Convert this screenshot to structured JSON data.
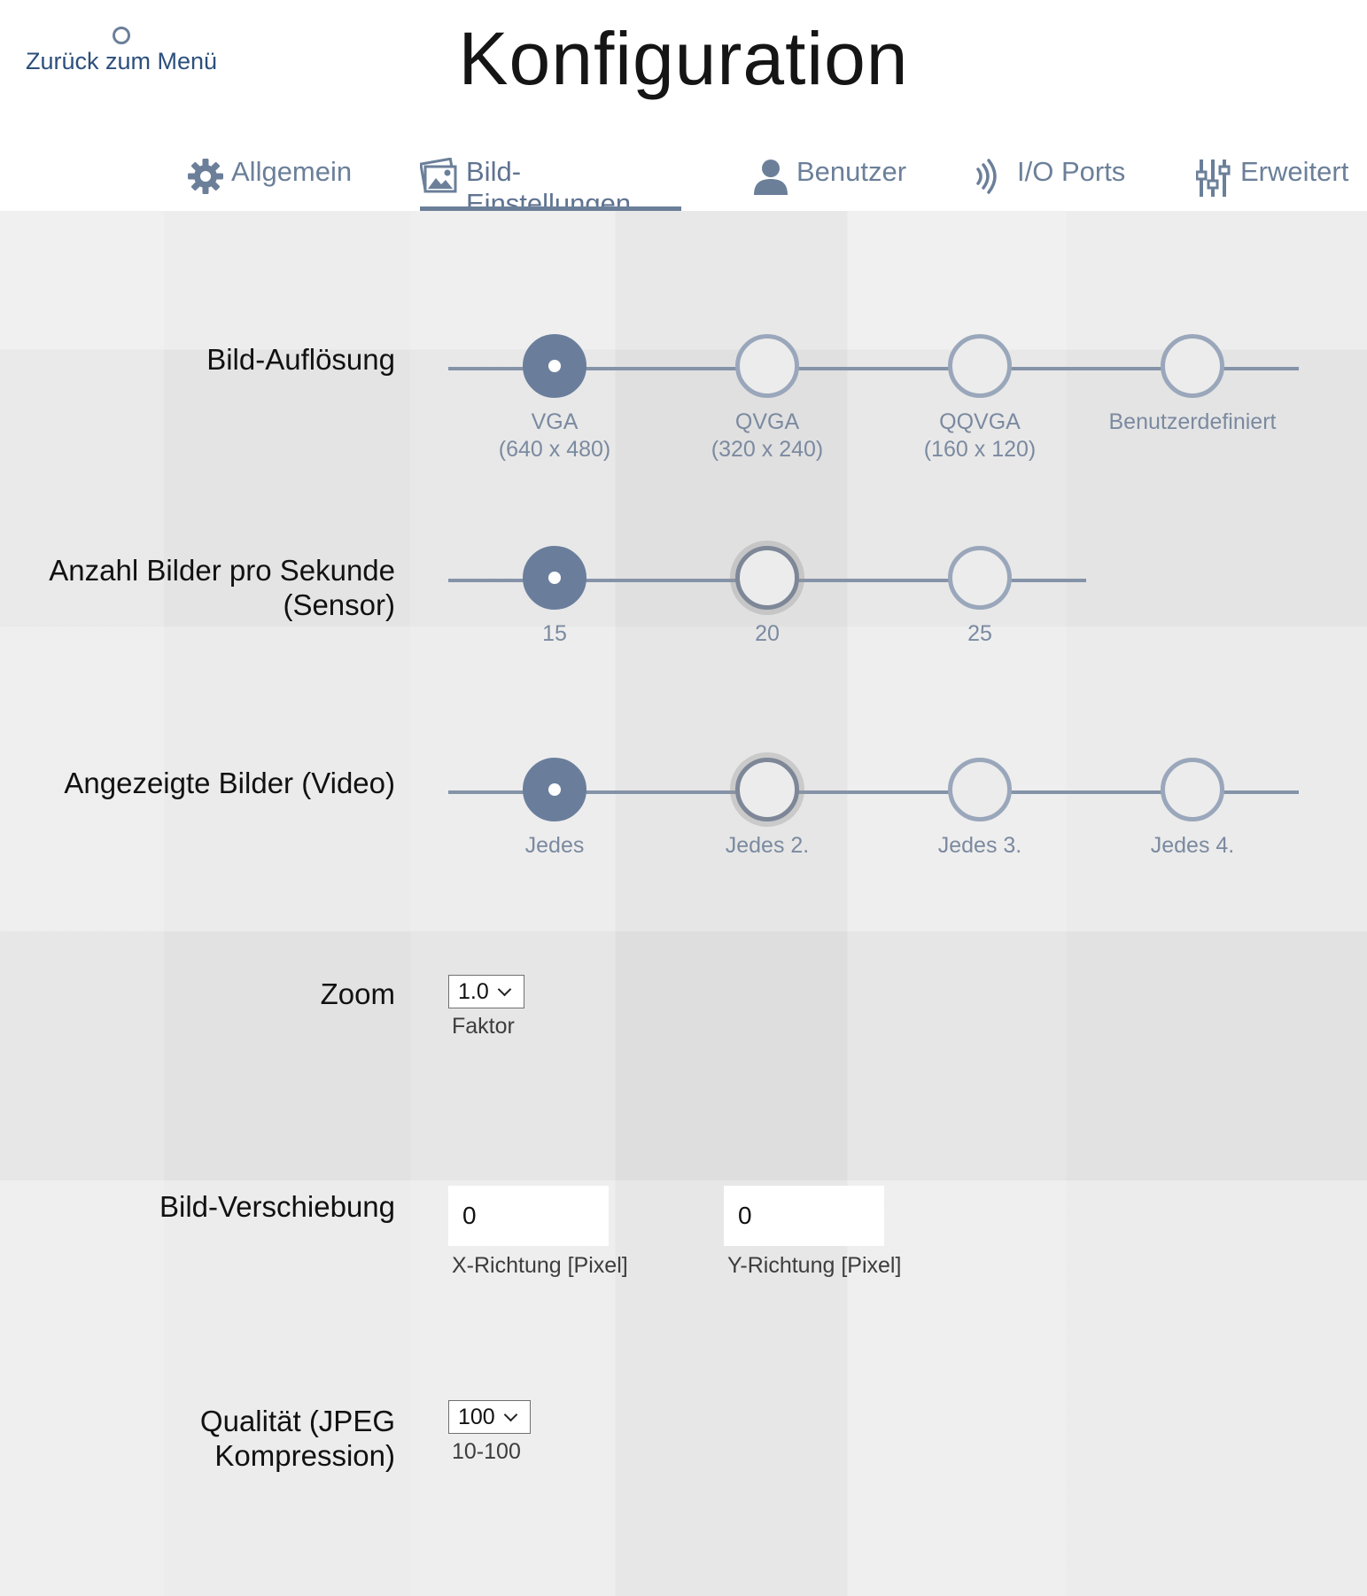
{
  "header": {
    "back_label": "Zurück zum Menü",
    "title": "Konfiguration"
  },
  "tabs": [
    {
      "label": "Allgemein",
      "icon": "gear-icon",
      "active": false
    },
    {
      "label": "Bild-Einstellungen",
      "icon": "image-icon",
      "active": true
    },
    {
      "label": "Benutzer",
      "icon": "user-icon",
      "active": false
    },
    {
      "label": "I/O Ports",
      "icon": "signal-icon",
      "active": false
    },
    {
      "label": "Erweitert",
      "icon": "sliders-icon",
      "active": false
    }
  ],
  "resolution": {
    "label": "Bild-Auflösung",
    "options": [
      {
        "line1": "VGA",
        "line2": "(640 x 480)"
      },
      {
        "line1": "QVGA",
        "line2": "(320 x 240)"
      },
      {
        "line1": "QQVGA",
        "line2": "(160 x 120)"
      },
      {
        "line1": "Benutzerdefiniert",
        "line2": ""
      }
    ],
    "selected": "VGA"
  },
  "fps": {
    "label_line1": "Anzahl Bilder pro Sekunde",
    "label_line2": "(Sensor)",
    "options": [
      "15",
      "20",
      "25"
    ],
    "selected": "15"
  },
  "video": {
    "label": "Angezeigte Bilder (Video)",
    "options": [
      "Jedes",
      "Jedes 2.",
      "Jedes 3.",
      "Jedes 4."
    ],
    "selected": "Jedes"
  },
  "zoom": {
    "label": "Zoom",
    "value": "1.0",
    "sublabel": "Faktor"
  },
  "shift": {
    "label": "Bild-Verschiebung",
    "x_value": "0",
    "x_label": "X-Richtung [Pixel]",
    "y_value": "0",
    "y_label": "Y-Richtung [Pixel]"
  },
  "quality": {
    "label_line1": "Qualität (JPEG",
    "label_line2": "Kompression)",
    "value": "100",
    "sublabel": "10-100"
  },
  "colors": {
    "accent": "#6a7e9c",
    "ring": "#9aa7bb",
    "link": "#2c4f7c"
  }
}
